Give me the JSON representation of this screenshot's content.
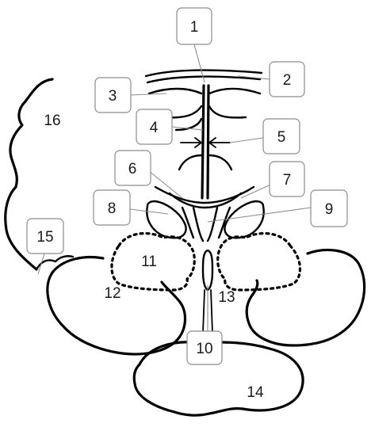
{
  "labels": {
    "l1": "1",
    "l2": "2",
    "l3": "3",
    "l4": "4",
    "l5": "5",
    "l6": "6",
    "l7": "7",
    "l8": "8",
    "l9": "9",
    "l10": "10",
    "l11": "11",
    "l12": "12",
    "l13": "13",
    "l14": "14",
    "l15": "15",
    "l16": "16"
  },
  "colors": {
    "stroke": "#000000",
    "leader": "#8c8c8c",
    "box_border": "#8c8c8c",
    "background": "#ffffff"
  }
}
